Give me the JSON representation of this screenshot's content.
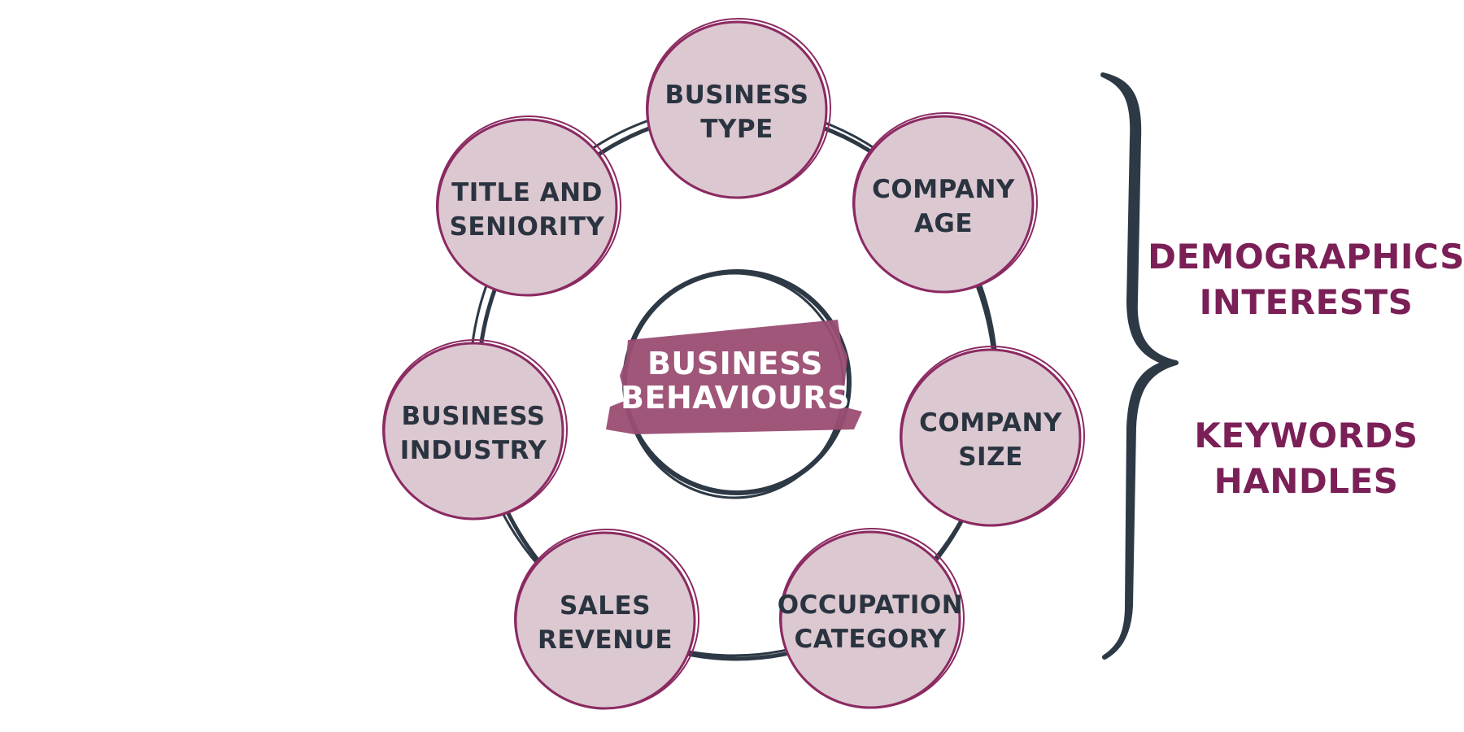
{
  "diagram": {
    "center": {
      "lines": [
        "BUSINESS",
        "BEHAVIOURS"
      ]
    },
    "nodes": [
      {
        "id": "business-type",
        "lines": [
          "BUSINESS",
          "TYPE"
        ]
      },
      {
        "id": "company-age",
        "lines": [
          "COMPANY",
          "AGE"
        ]
      },
      {
        "id": "company-size",
        "lines": [
          "COMPANY",
          "SIZE"
        ]
      },
      {
        "id": "occupation-category",
        "lines": [
          "OCCUPATION",
          "CATEGORY"
        ]
      },
      {
        "id": "sales-revenue",
        "lines": [
          "SALES",
          "REVENUE"
        ]
      },
      {
        "id": "business-industry",
        "lines": [
          "BUSINESS",
          "INDUSTRY"
        ]
      },
      {
        "id": "title-and-seniority",
        "lines": [
          "TITLE AND",
          "SENIORITY"
        ]
      }
    ],
    "side_groups": [
      {
        "lines": [
          "DEMOGRAPHICS",
          "INTERESTS"
        ]
      },
      {
        "lines": [
          "KEYWORDS",
          "HANDLES"
        ]
      }
    ]
  },
  "colors": {
    "background": "#ffffff",
    "dark_stroke": "#2d3945",
    "node_fill": "#dcc8d0",
    "node_stroke": "#8b2a62",
    "center_banner": "#9a4d72",
    "accent_text": "#7b1f57",
    "node_text": "#2a3440",
    "center_text": "#ffffff"
  }
}
